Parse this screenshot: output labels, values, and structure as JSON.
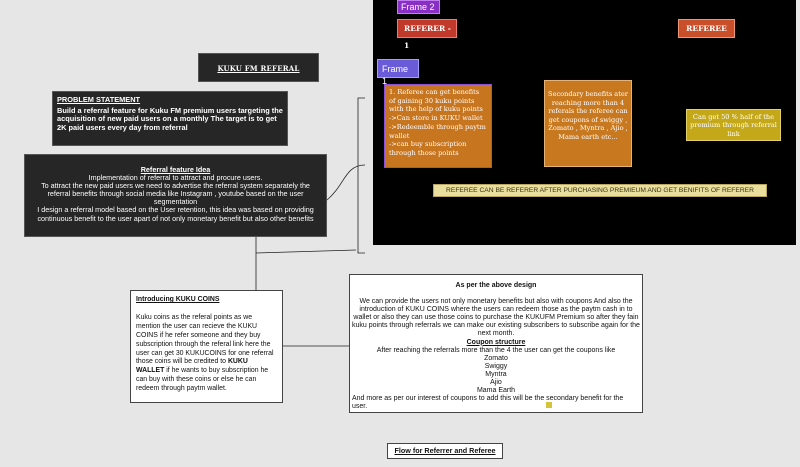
{
  "title": "KUKU FM REFERAL PROJECT",
  "problem": {
    "heading": "PROBLEM STATEMENT",
    "line1": "Build a referral feature for Kuku FM premium users targeting the",
    "line2": "acquisition of new paid users on a monthly The target is to get 2K paid users every day from referral"
  },
  "idea": {
    "heading": "Referral feature Idea",
    "lines": [
      "Implementation of referral to attract and procure users.",
      "To attract the new paid users we need to advertise the referral system separately the referral benefits through social media like Instagram , youtube based on the user segmentation",
      "I design a referral model based on the User retention, this idea was based on providing continuous benefit to the user apart of not only monetary benefit but also other benefits"
    ]
  },
  "flow": {
    "frame2": "Frame 2",
    "frame1": "Frame 1",
    "referrer": "REFERER - 1",
    "referee": "REFEREE",
    "benefits": [
      "1. Referee can get benefits of gaining 30 kuku points with the help of kuku points",
      "->Can store in KUKU wallet",
      "->Redeemble through paytm wallet",
      "->can buy subscription through those points"
    ],
    "secondary": "Secondary benefits ater reaching more than 4 referals the referee can get coupons of swiggy , Zomato , Myntra , Ajio , Mama earth etc...",
    "half": "Can get 50 % half of the premium through referral link",
    "bar": "REFEREE CAN BE REFERER AFTER PURCHASING PREMIEUM AND GET BENIFITS OF REFERER"
  },
  "coins": {
    "heading": "Introducing KUKU COINS",
    "body1": "Kuku coins as the referal points as we mention the user can recieve the KUKU COINS if he refer someone and they buy subscription through the referal link here the user can get 30 KUKUCOINS for one referral those coins will be credited to",
    "wallet": "KUKU WALLET",
    "body2": " if he wants to buy subscription he can buy with these coins or else he can redeem through paytm wallet."
  },
  "design": {
    "heading": "As per the above design",
    "para": "We can provide the users not only monetary benefits but also with coupons And also the introduction of KUKU COINS where the users can redeem those as the paytm cash in to wallet or also they can use those coins to purchase the KUKUFM Premium so after they fain kuku points through referrals we can make our existing subscribers to subscribe again for the next month.",
    "coupon_heading": " Coupon structure",
    "coupon_intro": "After reaching the referrals more than the 4 the user can get the coupons like",
    "brands": [
      "Zomato",
      "Swiggy",
      "Myntra",
      "Ajio",
      "Mama Earth"
    ],
    "closing": "And more as per our interest of coupons to add this will be the secondary benefit for the user."
  },
  "footer": "Flow for Referrer and Referee"
}
